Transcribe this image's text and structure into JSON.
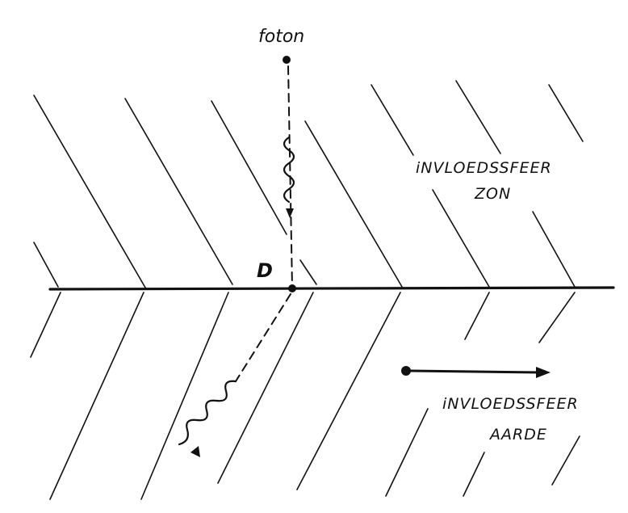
{
  "labels": {
    "photon": "foton",
    "point": "D",
    "sun_sphere_line1": "iNVLOEDSSFEER",
    "sun_sphere_line2": "ZON",
    "earth_sphere_line1": "iNVLOEDSSFEER",
    "earth_sphere_line2": "AARDE"
  },
  "colors": {
    "ink": "#111111",
    "paper": "#ffffff"
  }
}
